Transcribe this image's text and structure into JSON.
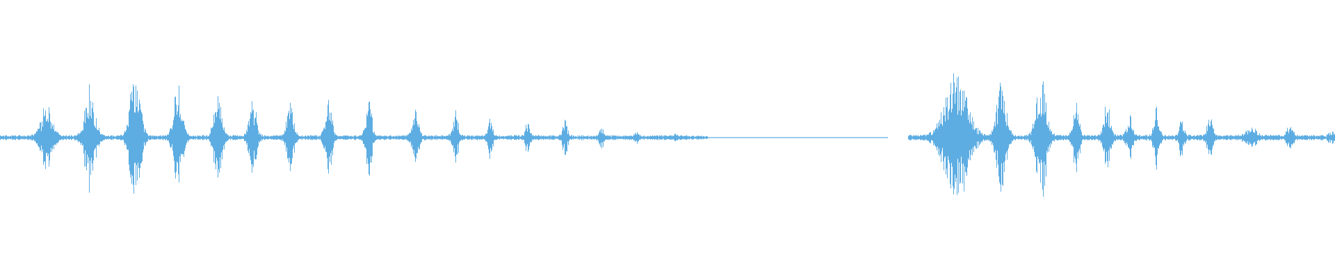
{
  "waveform": {
    "color": "#5dade2",
    "segments": [
      {
        "name": "segment-left",
        "baseline_amplitude": 0.035,
        "bursts": [
          {
            "t": 0.035,
            "amp": 0.48,
            "w": 0.0055
          },
          {
            "t": 0.067,
            "amp": 0.75,
            "w": 0.005
          },
          {
            "t": 0.101,
            "amp": 1.0,
            "w": 0.0048
          },
          {
            "t": 0.133,
            "amp": 0.72,
            "w": 0.0042
          },
          {
            "t": 0.163,
            "amp": 0.66,
            "w": 0.0038
          },
          {
            "t": 0.189,
            "amp": 0.58,
            "w": 0.0035
          },
          {
            "t": 0.217,
            "amp": 0.45,
            "w": 0.0034
          },
          {
            "t": 0.246,
            "amp": 0.59,
            "w": 0.0032
          },
          {
            "t": 0.276,
            "amp": 0.56,
            "w": 0.003
          },
          {
            "t": 0.311,
            "amp": 0.46,
            "w": 0.003
          },
          {
            "t": 0.341,
            "amp": 0.4,
            "w": 0.0026
          },
          {
            "t": 0.367,
            "amp": 0.26,
            "w": 0.0024
          },
          {
            "t": 0.395,
            "amp": 0.2,
            "w": 0.0022
          },
          {
            "t": 0.423,
            "amp": 0.25,
            "w": 0.0022
          },
          {
            "t": 0.45,
            "amp": 0.17,
            "w": 0.002
          },
          {
            "t": 0.477,
            "amp": 0.07,
            "w": 0.0018
          },
          {
            "t": 0.505,
            "amp": 0.03,
            "w": 0.0018
          }
        ],
        "start": 0.0,
        "end": 0.53
      },
      {
        "name": "segment-fade",
        "baseline_amplitude": 0.006,
        "bursts": [],
        "start": 0.53,
        "end": 0.665
      },
      {
        "name": "segment-right",
        "baseline_amplitude": 0.04,
        "bursts": [
          {
            "t": 0.716,
            "amp": 0.9,
            "w": 0.011
          },
          {
            "t": 0.75,
            "amp": 0.8,
            "w": 0.0045
          },
          {
            "t": 0.78,
            "amp": 0.85,
            "w": 0.005
          },
          {
            "t": 0.806,
            "amp": 0.45,
            "w": 0.003
          },
          {
            "t": 0.829,
            "amp": 0.52,
            "w": 0.003
          },
          {
            "t": 0.846,
            "amp": 0.32,
            "w": 0.0028
          },
          {
            "t": 0.866,
            "amp": 0.4,
            "w": 0.0026
          },
          {
            "t": 0.885,
            "amp": 0.26,
            "w": 0.0024
          },
          {
            "t": 0.906,
            "amp": 0.33,
            "w": 0.0024
          },
          {
            "t": 0.937,
            "amp": 0.12,
            "w": 0.005
          },
          {
            "t": 0.966,
            "amp": 0.15,
            "w": 0.003
          },
          {
            "t": 0.998,
            "amp": 0.08,
            "w": 0.003
          }
        ],
        "start": 0.68,
        "end": 1.0
      }
    ]
  }
}
